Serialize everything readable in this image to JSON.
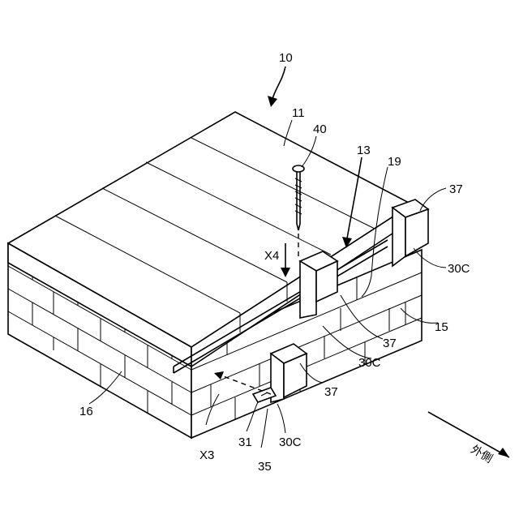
{
  "labels": {
    "assembly": "10",
    "top_panel": "11",
    "screw": "40",
    "groove_arrow": "13",
    "groove_line": "19",
    "cap_right": "37",
    "bracket_right": "30C",
    "direction_x4": "X4",
    "side_wall": "15",
    "cap_mid": "37",
    "bracket_mid": "30C",
    "cap_front": "37",
    "front_wall": "16",
    "direction_x3": "X3",
    "tab_31": "31",
    "bracket_front": "30C",
    "tab_35": "35",
    "outside": "外側"
  }
}
